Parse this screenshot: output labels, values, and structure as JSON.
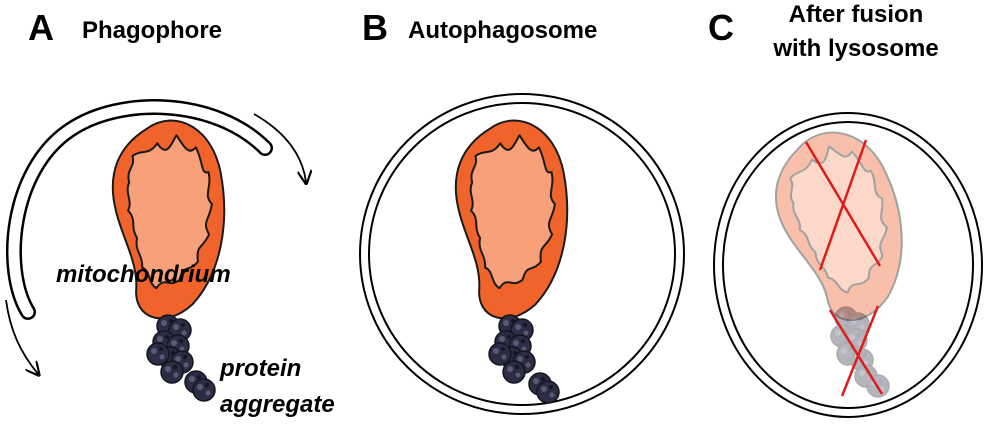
{
  "panels": [
    {
      "letter": "A",
      "title": "Phagophore"
    },
    {
      "letter": "B",
      "title": "Autophagosome"
    },
    {
      "letter": "C",
      "title_line1": "After fusion",
      "title_line2": "with lysosome"
    }
  ],
  "labels": {
    "mitochondrion": "mitochondrium",
    "aggregate_line1": "protein",
    "aggregate_line2": "aggregate"
  },
  "colors": {
    "membrane": "#000000",
    "mito_outer": "#f0642c",
    "mito_inner": "#f7a07a",
    "aggregate": "#2c2c44",
    "cross": "#e11b1b"
  }
}
